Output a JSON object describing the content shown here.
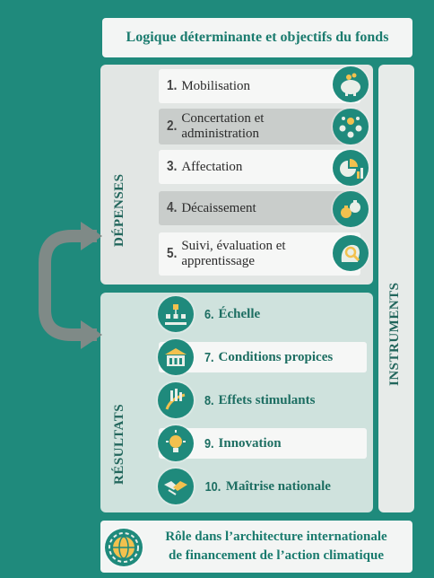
{
  "header": {
    "title": "Logique déterminante et objectifs du fonds"
  },
  "depenses": {
    "label": "DÉPENSES",
    "items": [
      {
        "num": "1.",
        "text": "Mobilisation",
        "icon": "piggy-bank-icon"
      },
      {
        "num": "2.",
        "text": "Concertation et administration",
        "icon": "people-network-icon"
      },
      {
        "num": "3.",
        "text": "Affectation",
        "icon": "pie-chart-icon"
      },
      {
        "num": "4.",
        "text": "Décaissement",
        "icon": "money-bags-icon"
      },
      {
        "num": "5.",
        "text": "Suivi, évaluation et apprentissage",
        "icon": "magnifier-head-icon"
      }
    ]
  },
  "resultats": {
    "label": "RÉSULTATS",
    "items": [
      {
        "num": "6.",
        "text": "Échelle",
        "icon": "hierarchy-icon"
      },
      {
        "num": "7.",
        "text": "Conditions propices",
        "icon": "building-icon"
      },
      {
        "num": "8.",
        "text": "Effets stimulants",
        "icon": "growth-icon"
      },
      {
        "num": "9.",
        "text": "Innovation",
        "icon": "lightbulb-icon"
      },
      {
        "num": "10.",
        "text": "Maîtrise nationale",
        "icon": "handshake-icon"
      }
    ]
  },
  "instruments": {
    "label": "INSTRUMENTS"
  },
  "footer": {
    "line1": "Rôle dans l’architecture internationale",
    "line2": "de financement de l’action climatique",
    "icon": "globe-icon"
  },
  "colors": {
    "teal": "#1f8a7c",
    "dark_teal": "#1a7b6e",
    "arrow": "#7f8a87"
  }
}
